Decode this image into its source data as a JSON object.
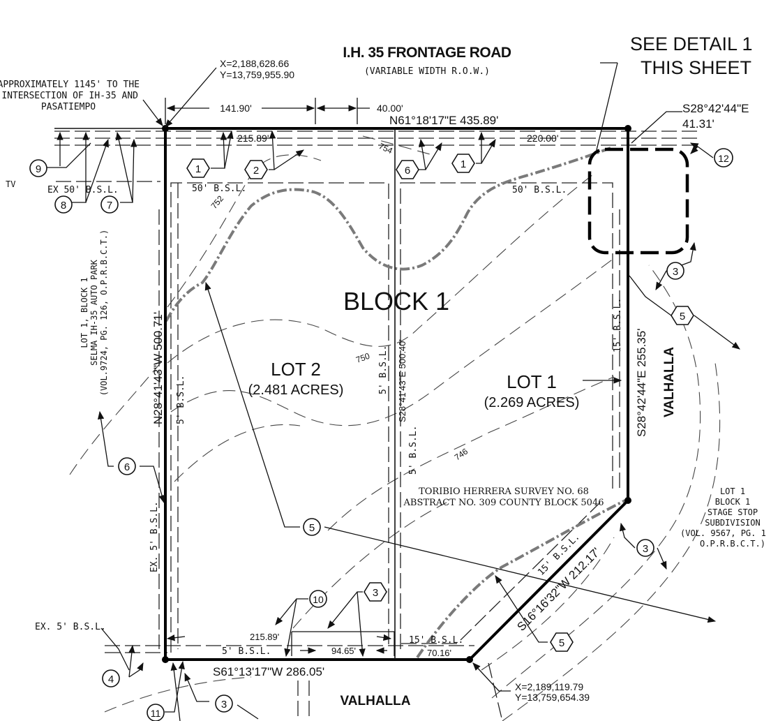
{
  "road_top": {
    "name": "I.H. 35 FRONTAGE ROAD",
    "sub": "(VARIABLE WIDTH R.O.W.)"
  },
  "see_detail": {
    "line1": "SEE DETAIL  1",
    "line2": "THIS SHEET"
  },
  "coords": {
    "nw": {
      "x": "X=2,188,628.66",
      "y": "Y=13,759,955.90"
    },
    "sw": {
      "x": "X=2,189,119.79",
      "y": "Y=13,759,654.39"
    }
  },
  "approx_note": [
    "APPROXIMATELY 1145' TO THE",
    "INTERSECTION OF IH-35 AND",
    "PASATIEMPO"
  ],
  "tv": "TV",
  "bearings": {
    "north": "N61°18'17\"E   435.89'",
    "ne_short": "S28°42'44\"E",
    "ne_short_len": "41.31'",
    "west": "N28°41'43\"W   500.71'",
    "east": "S28°42'44\"E   255.35'",
    "south": "S61°13'17\"W   286.05'",
    "southeast": "S16°16'32\"W   212.17'",
    "middle": "S28°41'43\"E 500.40'"
  },
  "dims": {
    "d141": "141.90'",
    "d40": "40.00'",
    "d215_top": "215.89'",
    "d220": "220.00'",
    "d215_bot": "215.89'",
    "d94": "94.65'",
    "d70": "70.16'"
  },
  "bsl": {
    "ex50": "EX 50' B.S.L.",
    "top_l2": "50' B.S.L.",
    "top_l1": "50' B.S.L.",
    "w5": "5' B.S.L.",
    "m5a": "5' B.S.L.",
    "m5b": "5' B.S.L.",
    "e15": "15' B.S.L.",
    "ex5_v": "EX. 5' B.S.L.",
    "ex5_h": "EX. 5' B.S.L.",
    "s5": "5' B.S.L.",
    "s15": "15' B.S.L.",
    "se15": "15' B.S.L."
  },
  "contours": {
    "c752": "752",
    "c750": "750",
    "c746": "746",
    "c754": "754"
  },
  "block": "BLOCK 1",
  "lot2": {
    "name": "LOT 2",
    "acres": "(2.481 ACRES)"
  },
  "lot1": {
    "name": "LOT 1",
    "acres": "(2.269 ACRES)"
  },
  "street": "VALHALLA",
  "survey": [
    "TORIBIO HERRERA SURVEY NO. 68",
    "ABSTRACT NO. 309 COUNTY BLOCK 5046"
  ],
  "west_lot": [
    "LOT 1, BLOCK 1",
    "SELMA IH-35 AUTO PARK",
    "(VOL.9724, PG. 126, O.P.R.B.C.T.)"
  ],
  "east_lot": [
    "LOT 1",
    "BLOCK 1",
    "STAGE STOP",
    "SUBDIVISION",
    "(VOL. 9567, PG. 1",
    "O.P.R.B.C.T.)"
  ],
  "tags": {
    "t9": "9",
    "t8": "8",
    "t7": "7",
    "t6w": "6",
    "t5w": "5",
    "t4": "4",
    "t11": "11",
    "t3s": "3",
    "t10": "10",
    "t3b": "3",
    "t5s": "5",
    "t3se": "3",
    "t3e": "3",
    "t5e": "5",
    "t12": "12",
    "t1a": "1",
    "t2": "2",
    "t6": "6",
    "t1b": "1"
  }
}
